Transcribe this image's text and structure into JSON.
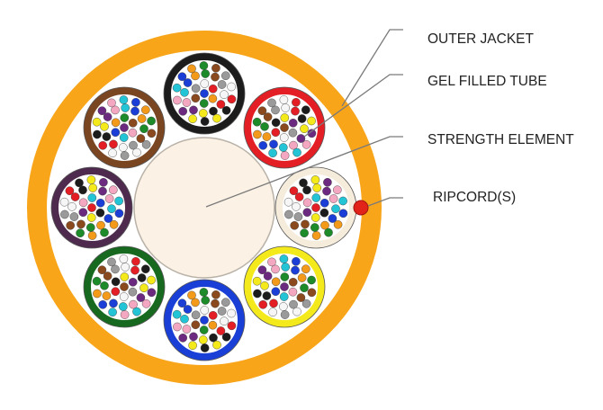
{
  "labels": {
    "outer_jacket": "OUTER JACKET",
    "gel_filled_tube": "GEL FILLED TUBE",
    "strength_element": "STRENGTH ELEMENT",
    "ripcord": "RIPCORD(S)"
  },
  "colors": {
    "jacket": "#f8a51a",
    "jacket_inner_fill": "#ffffff",
    "core_fill": "#fbf1e4",
    "core_stroke": "#b9b2a8",
    "ripcord": "#e2231a",
    "leader": "#7a7a7a"
  },
  "tubes": [
    {
      "id": "black",
      "color": "#1c1c1c"
    },
    {
      "id": "red",
      "color": "#e31e24"
    },
    {
      "id": "white",
      "color": "#f6ecdc"
    },
    {
      "id": "yellow",
      "color": "#f4ea1b"
    },
    {
      "id": "blue",
      "color": "#1a3fd6"
    },
    {
      "id": "green",
      "color": "#17691f"
    },
    {
      "id": "violet",
      "color": "#4e2b4e"
    },
    {
      "id": "brown",
      "color": "#7a4622"
    }
  ],
  "fiber_colors": [
    "#1b3fd6",
    "#f39a1a",
    "#1e8b2a",
    "#8a4a1e",
    "#9a9a9a",
    "#f6f6f6",
    "#e31e24",
    "#1c1c1c",
    "#f4ea1b",
    "#6b2a80",
    "#f4a7c0",
    "#22c4d6"
  ]
}
